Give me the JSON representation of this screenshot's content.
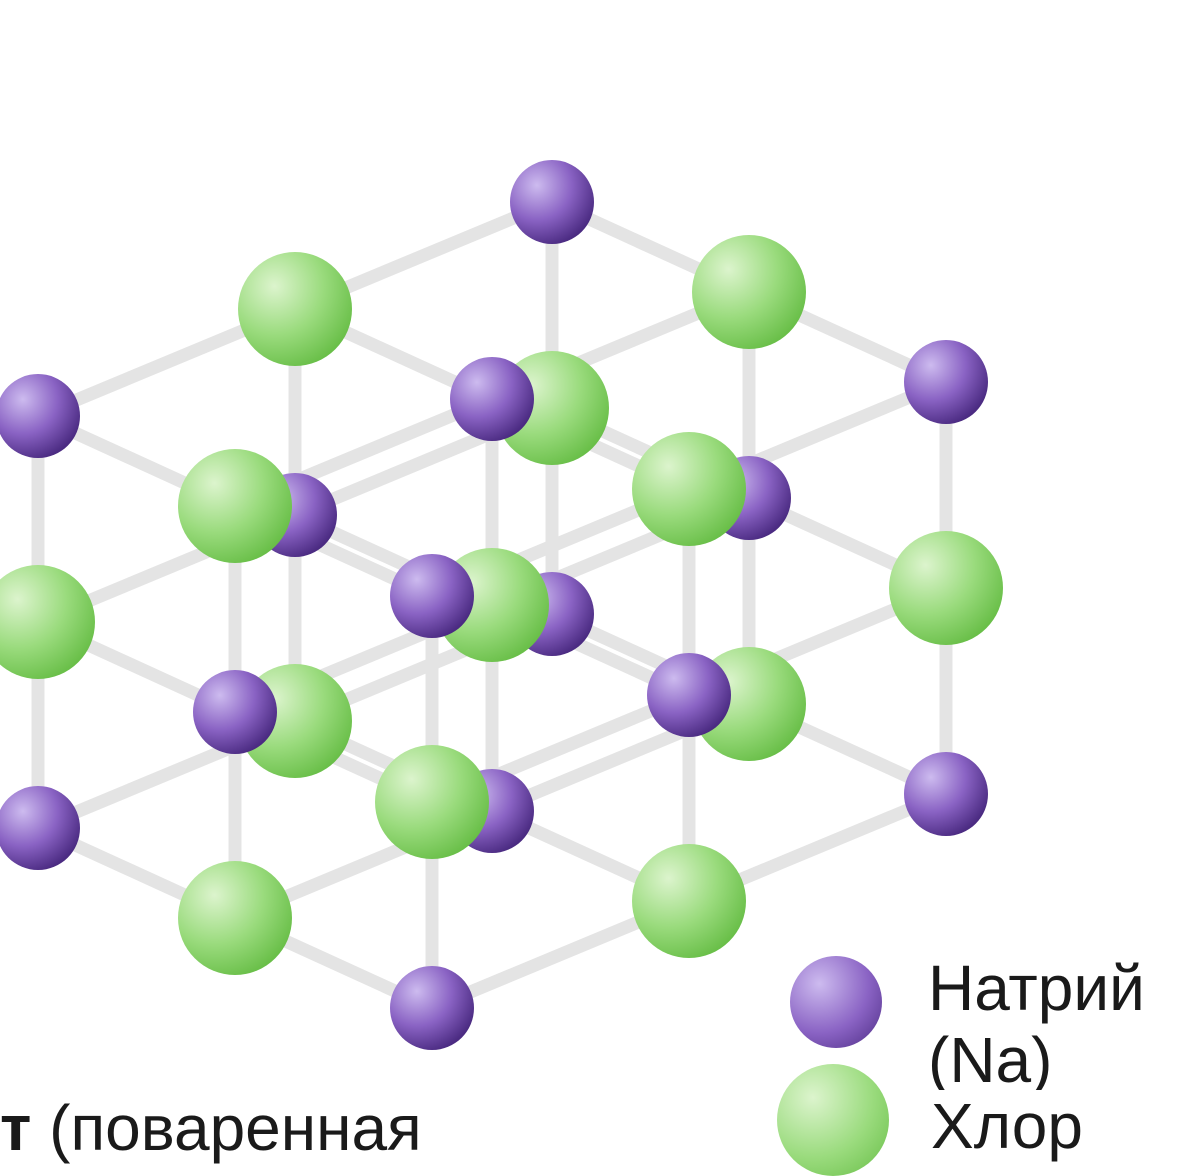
{
  "legend": {
    "sodium": {
      "label": "Натрий",
      "label_cont": "(Na)",
      "color": "#7b55b5"
    },
    "chlorine": {
      "label": "Хлор",
      "color": "#7fcf5b"
    }
  },
  "caption": {
    "bold": "т",
    "rest": " (поваренная"
  },
  "colors": {
    "bond": "#e4e4e4",
    "sodium_light": "#c6b2ea",
    "sodium_dark": "#4b2b82",
    "chlorine_light": "#d6f2c6",
    "chlorine_dark": "#69c048"
  }
}
